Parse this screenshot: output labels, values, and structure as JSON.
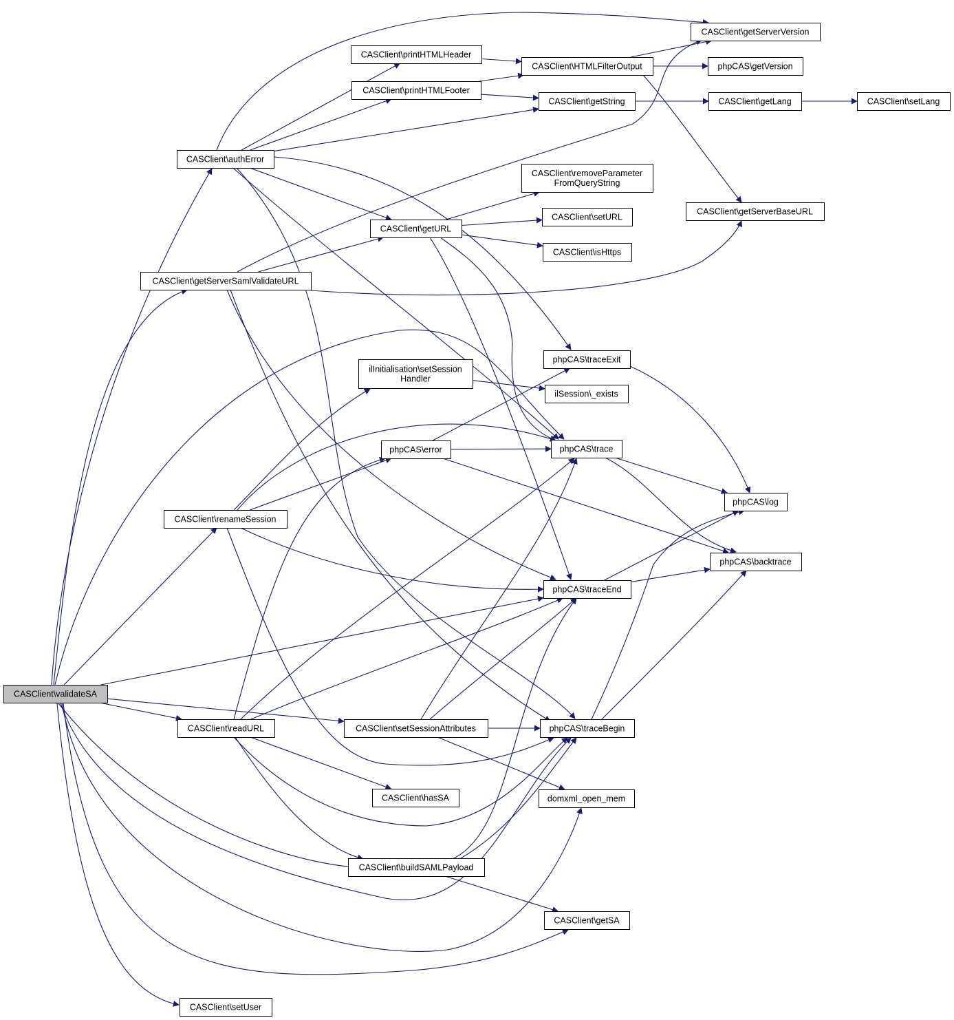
{
  "diagram": {
    "colors": {
      "edge": "#191970",
      "node_border": "#000000",
      "node_fill": "#ffffff",
      "root_fill": "#bfbfbf"
    },
    "nodes": [
      {
        "id": "validateSA",
        "label": "CASClient\\validateSA",
        "root": true
      },
      {
        "id": "authError",
        "label": "CASClient\\authError"
      },
      {
        "id": "getServerSamlValidateURL",
        "label": "CASClient\\getServerSamlValidateURL"
      },
      {
        "id": "renameSession",
        "label": "CASClient\\renameSession"
      },
      {
        "id": "readURL",
        "label": "CASClient\\readURL"
      },
      {
        "id": "setUser",
        "label": "CASClient\\setUser"
      },
      {
        "id": "printHTMLHeader",
        "label": "CASClient\\printHTMLHeader"
      },
      {
        "id": "printHTMLFooter",
        "label": "CASClient\\printHTMLFooter"
      },
      {
        "id": "getURL",
        "label": "CASClient\\getURL"
      },
      {
        "id": "setSessionHandler",
        "label": "ilInitialisation\\setSession Handler",
        "lines": [
          "ilInitialisation\\setSession",
          "Handler"
        ]
      },
      {
        "id": "error",
        "label": "phpCAS\\error"
      },
      {
        "id": "setSessionAttributes",
        "label": "CASClient\\setSessionAttributes"
      },
      {
        "id": "hasSA",
        "label": "CASClient\\hasSA"
      },
      {
        "id": "buildSAMLPayload",
        "label": "CASClient\\buildSAMLPayload"
      },
      {
        "id": "HTMLFilterOutput",
        "label": "CASClient\\HTMLFilterOutput"
      },
      {
        "id": "getString",
        "label": "CASClient\\getString"
      },
      {
        "id": "removeParameterFromQueryString",
        "label": "CASClient\\removeParameter FromQueryString",
        "lines": [
          "CASClient\\removeParameter",
          "FromQueryString"
        ]
      },
      {
        "id": "setURL",
        "label": "CASClient\\setURL"
      },
      {
        "id": "isHttps",
        "label": "CASClient\\isHttps"
      },
      {
        "id": "traceExit",
        "label": "phpCAS\\traceExit"
      },
      {
        "id": "exists",
        "label": "ilSession\\_exists"
      },
      {
        "id": "trace",
        "label": "phpCAS\\trace"
      },
      {
        "id": "traceEnd",
        "label": "phpCAS\\traceEnd"
      },
      {
        "id": "traceBegin",
        "label": "phpCAS\\traceBegin"
      },
      {
        "id": "domxml",
        "label": "domxml_open_mem"
      },
      {
        "id": "getSA",
        "label": "CASClient\\getSA"
      },
      {
        "id": "getServerVersion",
        "label": "CASClient\\getServerVersion"
      },
      {
        "id": "getVersion",
        "label": "phpCAS\\getVersion"
      },
      {
        "id": "getLang",
        "label": "CASClient\\getLang"
      },
      {
        "id": "setLang",
        "label": "CASClient\\setLang"
      },
      {
        "id": "getServerBaseURL",
        "label": "CASClient\\getServerBaseURL"
      },
      {
        "id": "log",
        "label": "phpCAS\\log"
      },
      {
        "id": "backtrace",
        "label": "phpCAS\\backtrace"
      }
    ],
    "edges": [
      [
        "validateSA",
        "authError"
      ],
      [
        "validateSA",
        "getServerSamlValidateURL"
      ],
      [
        "validateSA",
        "renameSession"
      ],
      [
        "validateSA",
        "readURL"
      ],
      [
        "validateSA",
        "setUser"
      ],
      [
        "validateSA",
        "trace"
      ],
      [
        "validateSA",
        "traceEnd"
      ],
      [
        "validateSA",
        "traceBegin"
      ],
      [
        "validateSA",
        "setSessionAttributes"
      ],
      [
        "validateSA",
        "buildSAMLPayload"
      ],
      [
        "validateSA",
        "domxml"
      ],
      [
        "validateSA",
        "getSA"
      ],
      [
        "authError",
        "printHTMLHeader"
      ],
      [
        "authError",
        "printHTMLFooter"
      ],
      [
        "authError",
        "getServerVersion"
      ],
      [
        "authError",
        "getString"
      ],
      [
        "authError",
        "getURL"
      ],
      [
        "authError",
        "traceExit"
      ],
      [
        "authError",
        "trace"
      ],
      [
        "authError",
        "traceBegin"
      ],
      [
        "getServerSamlValidateURL",
        "getServerVersion"
      ],
      [
        "getServerSamlValidateURL",
        "getURL"
      ],
      [
        "getServerSamlValidateURL",
        "getServerBaseURL"
      ],
      [
        "getServerSamlValidateURL",
        "traceEnd"
      ],
      [
        "getServerSamlValidateURL",
        "traceBegin"
      ],
      [
        "renameSession",
        "setSessionHandler"
      ],
      [
        "renameSession",
        "error"
      ],
      [
        "renameSession",
        "trace"
      ],
      [
        "renameSession",
        "traceEnd"
      ],
      [
        "renameSession",
        "traceBegin"
      ],
      [
        "readURL",
        "error"
      ],
      [
        "readURL",
        "trace"
      ],
      [
        "readURL",
        "traceEnd"
      ],
      [
        "readURL",
        "traceBegin"
      ],
      [
        "readURL",
        "hasSA"
      ],
      [
        "readURL",
        "buildSAMLPayload"
      ],
      [
        "printHTMLHeader",
        "HTMLFilterOutput"
      ],
      [
        "printHTMLFooter",
        "HTMLFilterOutput"
      ],
      [
        "printHTMLFooter",
        "getString"
      ],
      [
        "HTMLFilterOutput",
        "getServerVersion"
      ],
      [
        "HTMLFilterOutput",
        "getVersion"
      ],
      [
        "HTMLFilterOutput",
        "getServerBaseURL"
      ],
      [
        "getString",
        "getLang"
      ],
      [
        "getLang",
        "setLang"
      ],
      [
        "getURL",
        "removeParameterFromQueryString"
      ],
      [
        "getURL",
        "setURL"
      ],
      [
        "getURL",
        "isHttps"
      ],
      [
        "getURL",
        "trace"
      ],
      [
        "getURL",
        "traceEnd"
      ],
      [
        "setSessionHandler",
        "exists"
      ],
      [
        "error",
        "traceExit"
      ],
      [
        "error",
        "trace"
      ],
      [
        "error",
        "backtrace"
      ],
      [
        "setSessionAttributes",
        "trace"
      ],
      [
        "setSessionAttributes",
        "traceEnd"
      ],
      [
        "setSessionAttributes",
        "traceBegin"
      ],
      [
        "setSessionAttributes",
        "domxml"
      ],
      [
        "buildSAMLPayload",
        "traceEnd"
      ],
      [
        "buildSAMLPayload",
        "traceBegin"
      ],
      [
        "buildSAMLPayload",
        "getSA"
      ],
      [
        "traceExit",
        "log"
      ],
      [
        "trace",
        "log"
      ],
      [
        "trace",
        "backtrace"
      ],
      [
        "traceEnd",
        "log"
      ],
      [
        "traceEnd",
        "backtrace"
      ],
      [
        "traceBegin",
        "log"
      ],
      [
        "traceBegin",
        "backtrace"
      ]
    ]
  }
}
